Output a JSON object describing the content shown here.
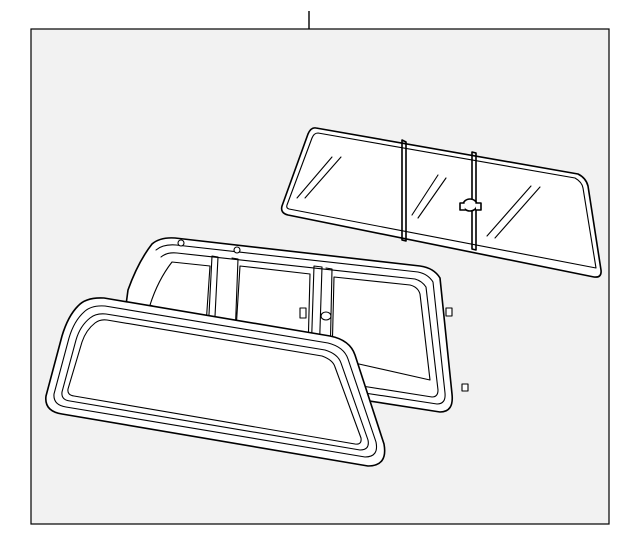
{
  "colors": {
    "background": "#ffffff",
    "panel": "#f2f2f2",
    "stroke": "#000000"
  },
  "parts": [
    {
      "id": "sliding-glass-pane",
      "icon": "window-glass-icon"
    },
    {
      "id": "window-frame",
      "icon": "window-frame-icon"
    },
    {
      "id": "weatherstrip-seal",
      "icon": "seal-icon"
    }
  ]
}
